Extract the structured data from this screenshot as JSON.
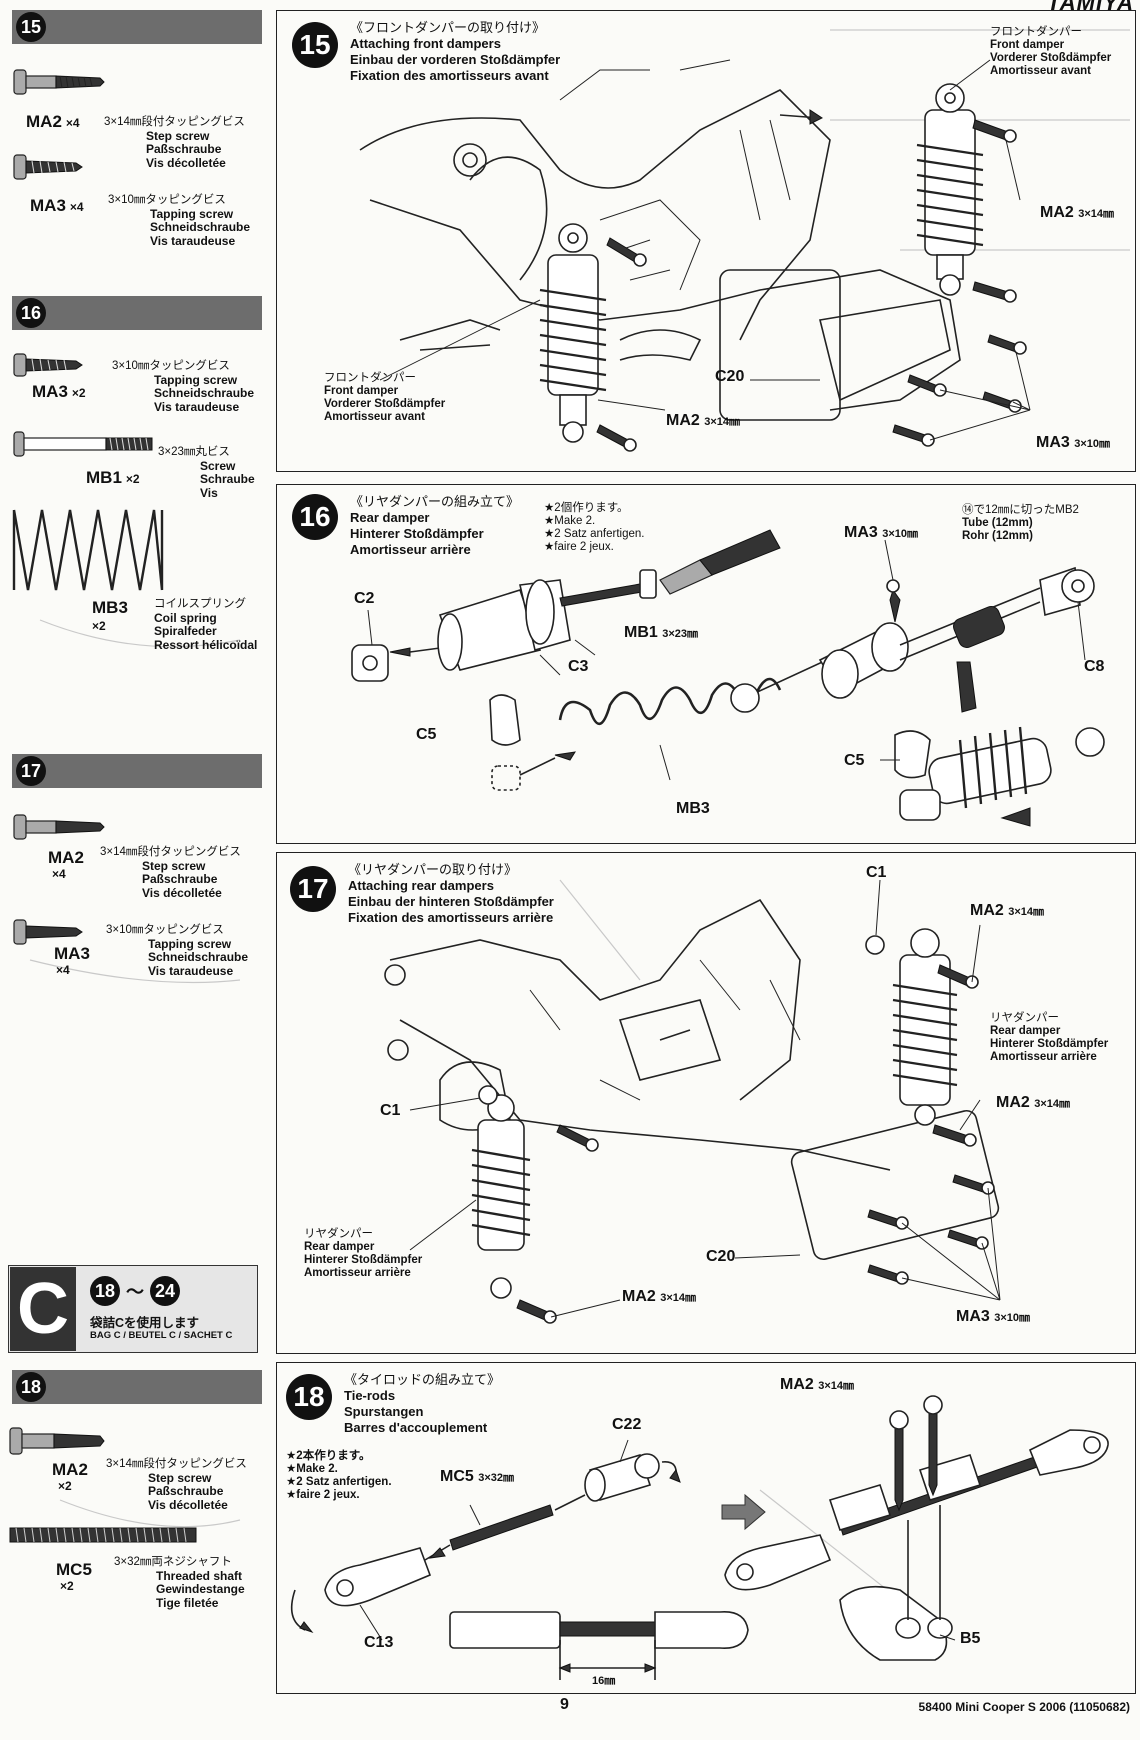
{
  "header": {
    "brand": "TAMIYA"
  },
  "left_column": {
    "step15": {
      "number": "15",
      "parts": [
        {
          "code": "MA2",
          "qty": "×4",
          "jp": "3×14㎜段付タッピングビス",
          "lines": [
            "Step screw",
            "Paßschraube",
            "Vis décolletée"
          ]
        },
        {
          "code": "MA3",
          "qty": "×4",
          "jp": "3×10㎜タッピングビス",
          "lines": [
            "Tapping screw",
            "Schneidschraube",
            "Vis taraudeuse"
          ]
        }
      ]
    },
    "step16": {
      "number": "16",
      "parts": [
        {
          "code": "MA3",
          "qty": "×2",
          "jp": "3×10㎜タッピングビス",
          "lines": [
            "Tapping screw",
            "Schneidschraube",
            "Vis taraudeuse"
          ]
        },
        {
          "code": "MB1",
          "qty": "×2",
          "jp": "3×23㎜丸ビス",
          "lines": [
            "Screw",
            "Schraube",
            "Vis"
          ]
        },
        {
          "code": "MB3",
          "qty": "×2",
          "jp": "コイルスプリング",
          "lines": [
            "Coil spring",
            "Spiralfeder",
            "Ressort hélicoïdal"
          ]
        }
      ]
    },
    "step17": {
      "number": "17",
      "parts": [
        {
          "code": "MA2",
          "qty": "×4",
          "jp": "3×14㎜段付タッピングビス",
          "lines": [
            "Step screw",
            "Paßschraube",
            "Vis décolletée"
          ]
        },
        {
          "code": "MA3",
          "qty": "×4",
          "jp": "3×10㎜タッピングビス",
          "lines": [
            "Tapping screw",
            "Schneidschraube",
            "Vis taraudeuse"
          ]
        }
      ]
    },
    "bag": {
      "letter": "C",
      "range_start": "18",
      "range_sep": "〜",
      "range_end": "24",
      "jp": "袋詰Cを使用します",
      "text": "BAG C / BEUTEL C / SACHET C"
    },
    "step18": {
      "number": "18",
      "parts": [
        {
          "code": "MA2",
          "qty": "×2",
          "jp": "3×14㎜段付タッピングビス",
          "lines": [
            "Step screw",
            "Paßschraube",
            "Vis décolletée"
          ]
        },
        {
          "code": "MC5",
          "qty": "×2",
          "jp": "3×32㎜両ネジシャフト",
          "lines": [
            "Threaded shaft",
            "Gewindestange",
            "Tige filetée"
          ]
        }
      ]
    }
  },
  "panels": {
    "p15": {
      "number": "15",
      "title_jp": "《フロントダンパーの取り付け》",
      "title_lines": [
        "Attaching front dampers",
        "Einbau der vorderen Stoßdämpfer",
        "Fixation des amortisseurs avant"
      ],
      "damper_label_jp": "フロントダンパー",
      "damper_label": [
        "Front damper",
        "Vorderer Stoßdämpfer",
        "Amortisseur avant"
      ],
      "labels": {
        "c20": "C20",
        "ma2": "MA2",
        "ma2_size": "3×14㎜",
        "ma3": "MA3",
        "ma3_size": "3×10㎜"
      }
    },
    "p16": {
      "number": "16",
      "title_jp": "《リヤダンパーの組み立て》",
      "title_lines": [
        "Rear damper",
        "Hinterer Stoßdämpfer",
        "Amortisseur arrière"
      ],
      "make_note": [
        "★2個作ります。",
        "★Make 2.",
        "★2 Satz anfertigen.",
        "★faire 2 jeux."
      ],
      "tube_note": [
        "⑭で12㎜に切ったMB2",
        "Tube (12mm)",
        "Rohr (12mm)"
      ],
      "labels": {
        "c2": "C2",
        "c3": "C3",
        "mb1": "MB1",
        "mb1_size": "3×23㎜",
        "ma3": "MA3",
        "ma3_size": "3×10㎜",
        "c8": "C8",
        "c5a": "C5",
        "c5b": "C5",
        "mb3": "MB3"
      }
    },
    "p17": {
      "number": "17",
      "title_jp": "《リヤダンパーの取り付け》",
      "title_lines": [
        "Attaching rear dampers",
        "Einbau der hinteren Stoßdämpfer",
        "Fixation des amortisseurs arrière"
      ],
      "damper_label_jp": "リヤダンパー",
      "damper_label": [
        "Rear damper",
        "Hinterer Stoßdämpfer",
        "Amortisseur arrière"
      ],
      "labels": {
        "c1a": "C1",
        "c1b": "C1",
        "ma2": "MA2",
        "ma2_size": "3×14㎜",
        "c20": "C20",
        "ma3": "MA3",
        "ma3_size": "3×10㎜"
      }
    },
    "p18": {
      "number": "18",
      "title_jp": "《タイロッドの組み立て》",
      "title_lines": [
        "Tie-rods",
        "Spurstangen",
        "Barres d'accouplement"
      ],
      "make_note": [
        "★2本作ります。",
        "★Make 2.",
        "★2 Satz anfertigen.",
        "★faire 2 jeux."
      ],
      "labels": {
        "ma2": "MA2",
        "ma2_size": "3×14㎜",
        "c22": "C22",
        "mc5": "MC5",
        "mc5_size": "3×32㎜",
        "c13": "C13",
        "b5": "B5",
        "dim": "16㎜"
      }
    }
  },
  "footer": {
    "page": "9",
    "code": "58400  Mini Cooper S 2006 (11050682)"
  }
}
